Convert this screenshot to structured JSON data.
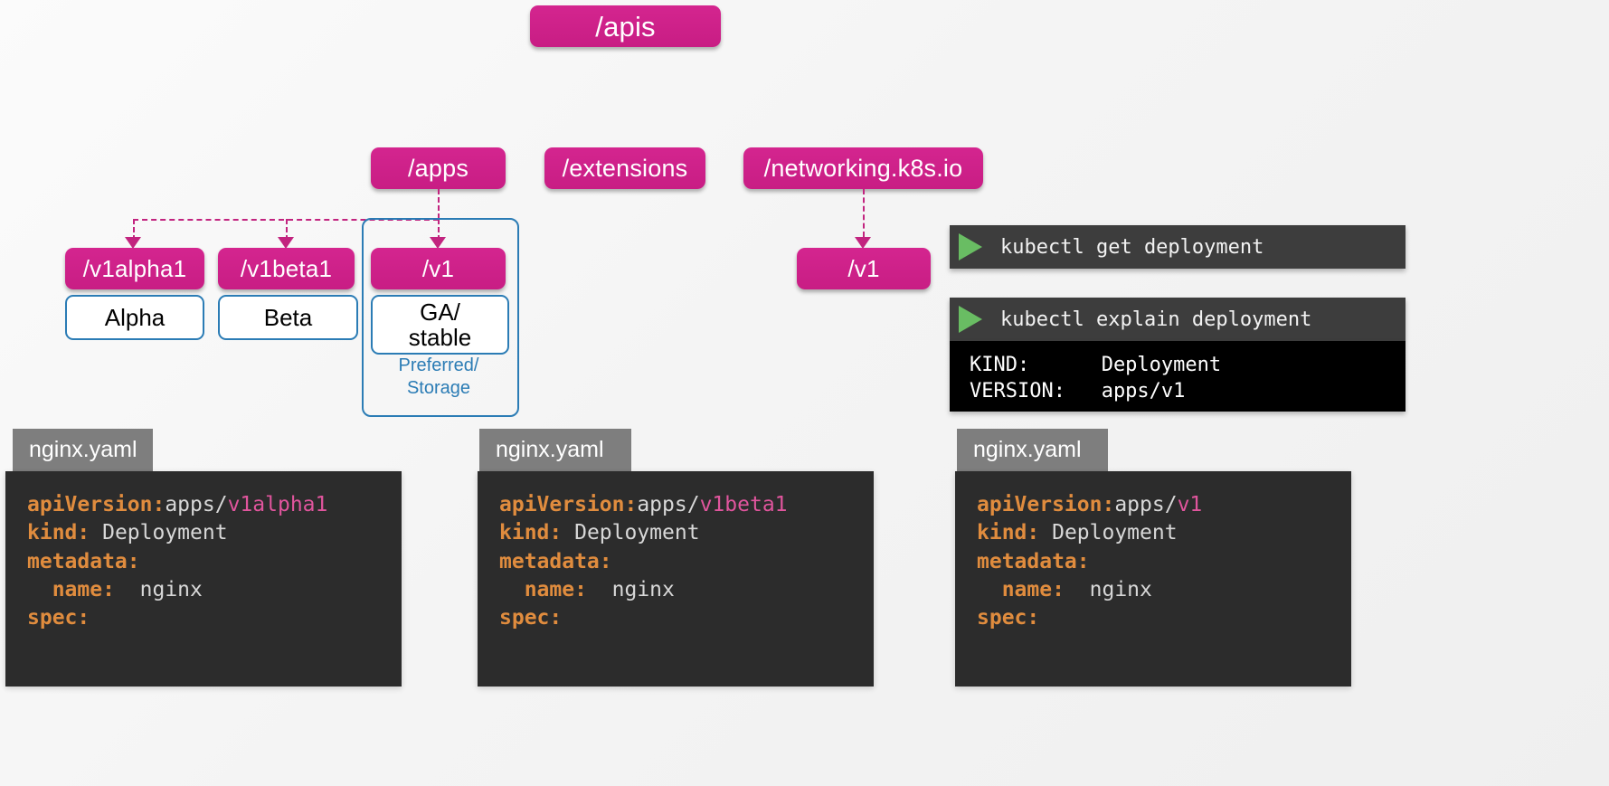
{
  "diagram": {
    "root": {
      "label": "/apis"
    },
    "groups": [
      {
        "label": "/apps"
      },
      {
        "label": "/extensions"
      },
      {
        "label": "/networking.k8s.io"
      }
    ],
    "versions": [
      {
        "label": "/v1alpha1",
        "stage": "Alpha"
      },
      {
        "label": "/v1beta1",
        "stage": "Beta"
      },
      {
        "label": "/v1",
        "stage": "GA/\nstable"
      },
      {
        "label": "/v1"
      }
    ],
    "preferred_caption": "Preferred/\nStorage",
    "colors": {
      "node_pink": "#cf2189",
      "frame_blue": "#2b7cb5",
      "connector_pink": "#c2247f"
    }
  },
  "terminal": {
    "commands": [
      {
        "text": "kubectl get deployment",
        "icon": "play-icon"
      },
      {
        "text": "kubectl explain deployment",
        "icon": "play-icon"
      }
    ],
    "explain_output": "KIND:      Deployment\nVERSION:   apps/v1"
  },
  "yaml_cards": [
    {
      "filename": "nginx.yaml",
      "api_version_key": "apiVersion:",
      "api_version_group": "apps/",
      "api_version_value": "v1alpha1",
      "kind_key": "kind:",
      "kind_value": " Deployment",
      "metadata_key": "metadata:",
      "name_key": "  name:",
      "name_value": "  nginx",
      "spec_key": "spec:"
    },
    {
      "filename": "nginx.yaml",
      "api_version_key": "apiVersion:",
      "api_version_group": "apps/",
      "api_version_value": "v1beta1",
      "kind_key": "kind:",
      "kind_value": " Deployment",
      "metadata_key": "metadata:",
      "name_key": "  name:",
      "name_value": "  nginx",
      "spec_key": "spec:"
    },
    {
      "filename": "nginx.yaml",
      "api_version_key": "apiVersion:",
      "api_version_group": "apps/",
      "api_version_value": "v1",
      "kind_key": "kind:",
      "kind_value": " Deployment",
      "metadata_key": "metadata:",
      "name_key": "  name:",
      "name_value": "  nginx",
      "spec_key": "spec:"
    }
  ]
}
